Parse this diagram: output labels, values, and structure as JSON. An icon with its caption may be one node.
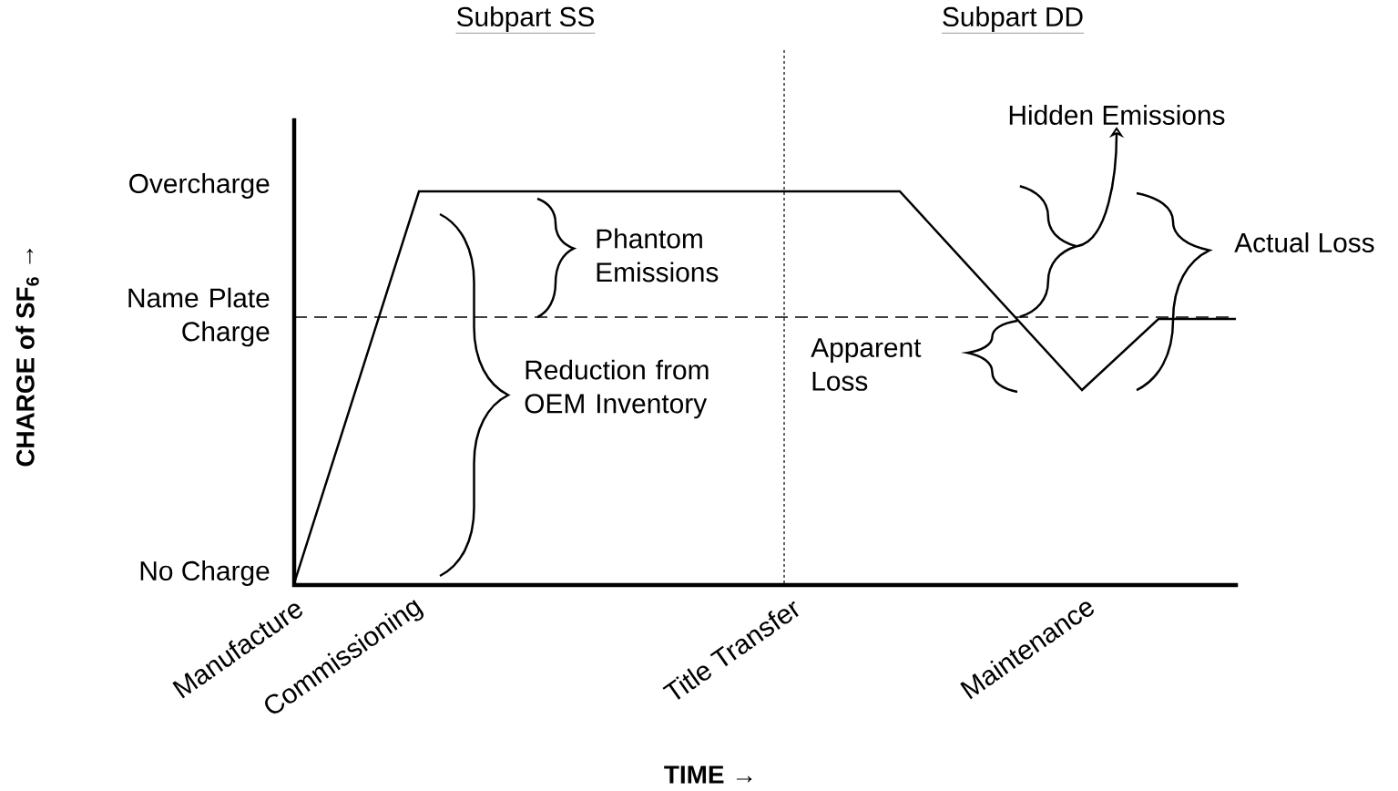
{
  "diagram": {
    "nodes": [
      {
        "text": [
          "Hidden Emissions"
        ]
      },
      {
        "text": [],
        "shape": "brace"
      }
    ],
    "edges": [
      {
        "from": 1,
        "to": 0,
        "arrow": "to"
      }
    ],
    "labels": [
      "Subpart SS",
      "Subpart DD",
      "Overcharge",
      "Name Plate Charge",
      "No Charge",
      "Phantom Emissions",
      "Reduction from OEM Inventory",
      "Apparent Loss",
      "Actual Loss",
      "CHARGE of SF$_{6}$ →",
      "Manufacture",
      "Commissioning",
      "Title Transfer",
      "Maintenance",
      "TIME →"
    ]
  }
}
